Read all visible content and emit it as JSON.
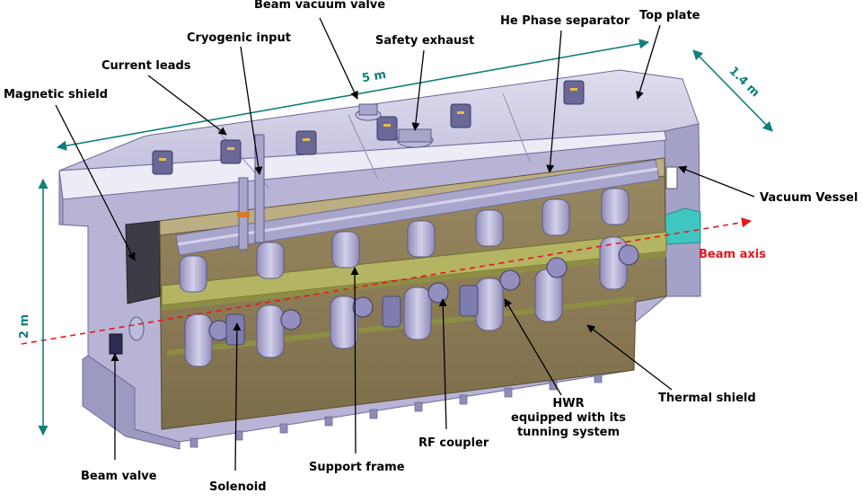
{
  "colors": {
    "dimension": "#0f7f7a",
    "beam_axis": "#e8161b",
    "vessel": "#b9b6d6",
    "vessel_dark": "#8f8cb8",
    "top_plate": "#d8d7ec",
    "thermal_shield": "#8a7a55",
    "support_frame": "#a8a85a",
    "cavity": "#a9a6cc",
    "label": "#000000"
  },
  "labels": {
    "beam_vacuum_valve": "Beam vacuum valve",
    "he_phase_separator": "He Phase separator",
    "top_plate": "Top plate",
    "cryogenic_input": "Cryogenic input",
    "safety_exhaust": "Safety exhaust",
    "current_leads": "Current leads",
    "magnetic_shield": "Magnetic shield",
    "vacuum_vessel": "Vacuum Vessel",
    "beam_axis": "Beam axis",
    "thermal_shield": "Thermal shield",
    "hwr_line1": "HWR",
    "hwr_line2": "equipped with its",
    "hwr_line3": "tunning system",
    "rf_coupler": "RF coupler",
    "support_frame": "Support frame",
    "solenoid": "Solenoid",
    "beam_valve": "Beam valve"
  },
  "dimensions": {
    "length": "5 m",
    "depth": "1.4 m",
    "height": "2 m"
  },
  "icons": {
    "current_lead": "current-lead-icon",
    "cavity": "hwr-cavity-icon",
    "rf_port": "rf-coupler-port-icon"
  }
}
